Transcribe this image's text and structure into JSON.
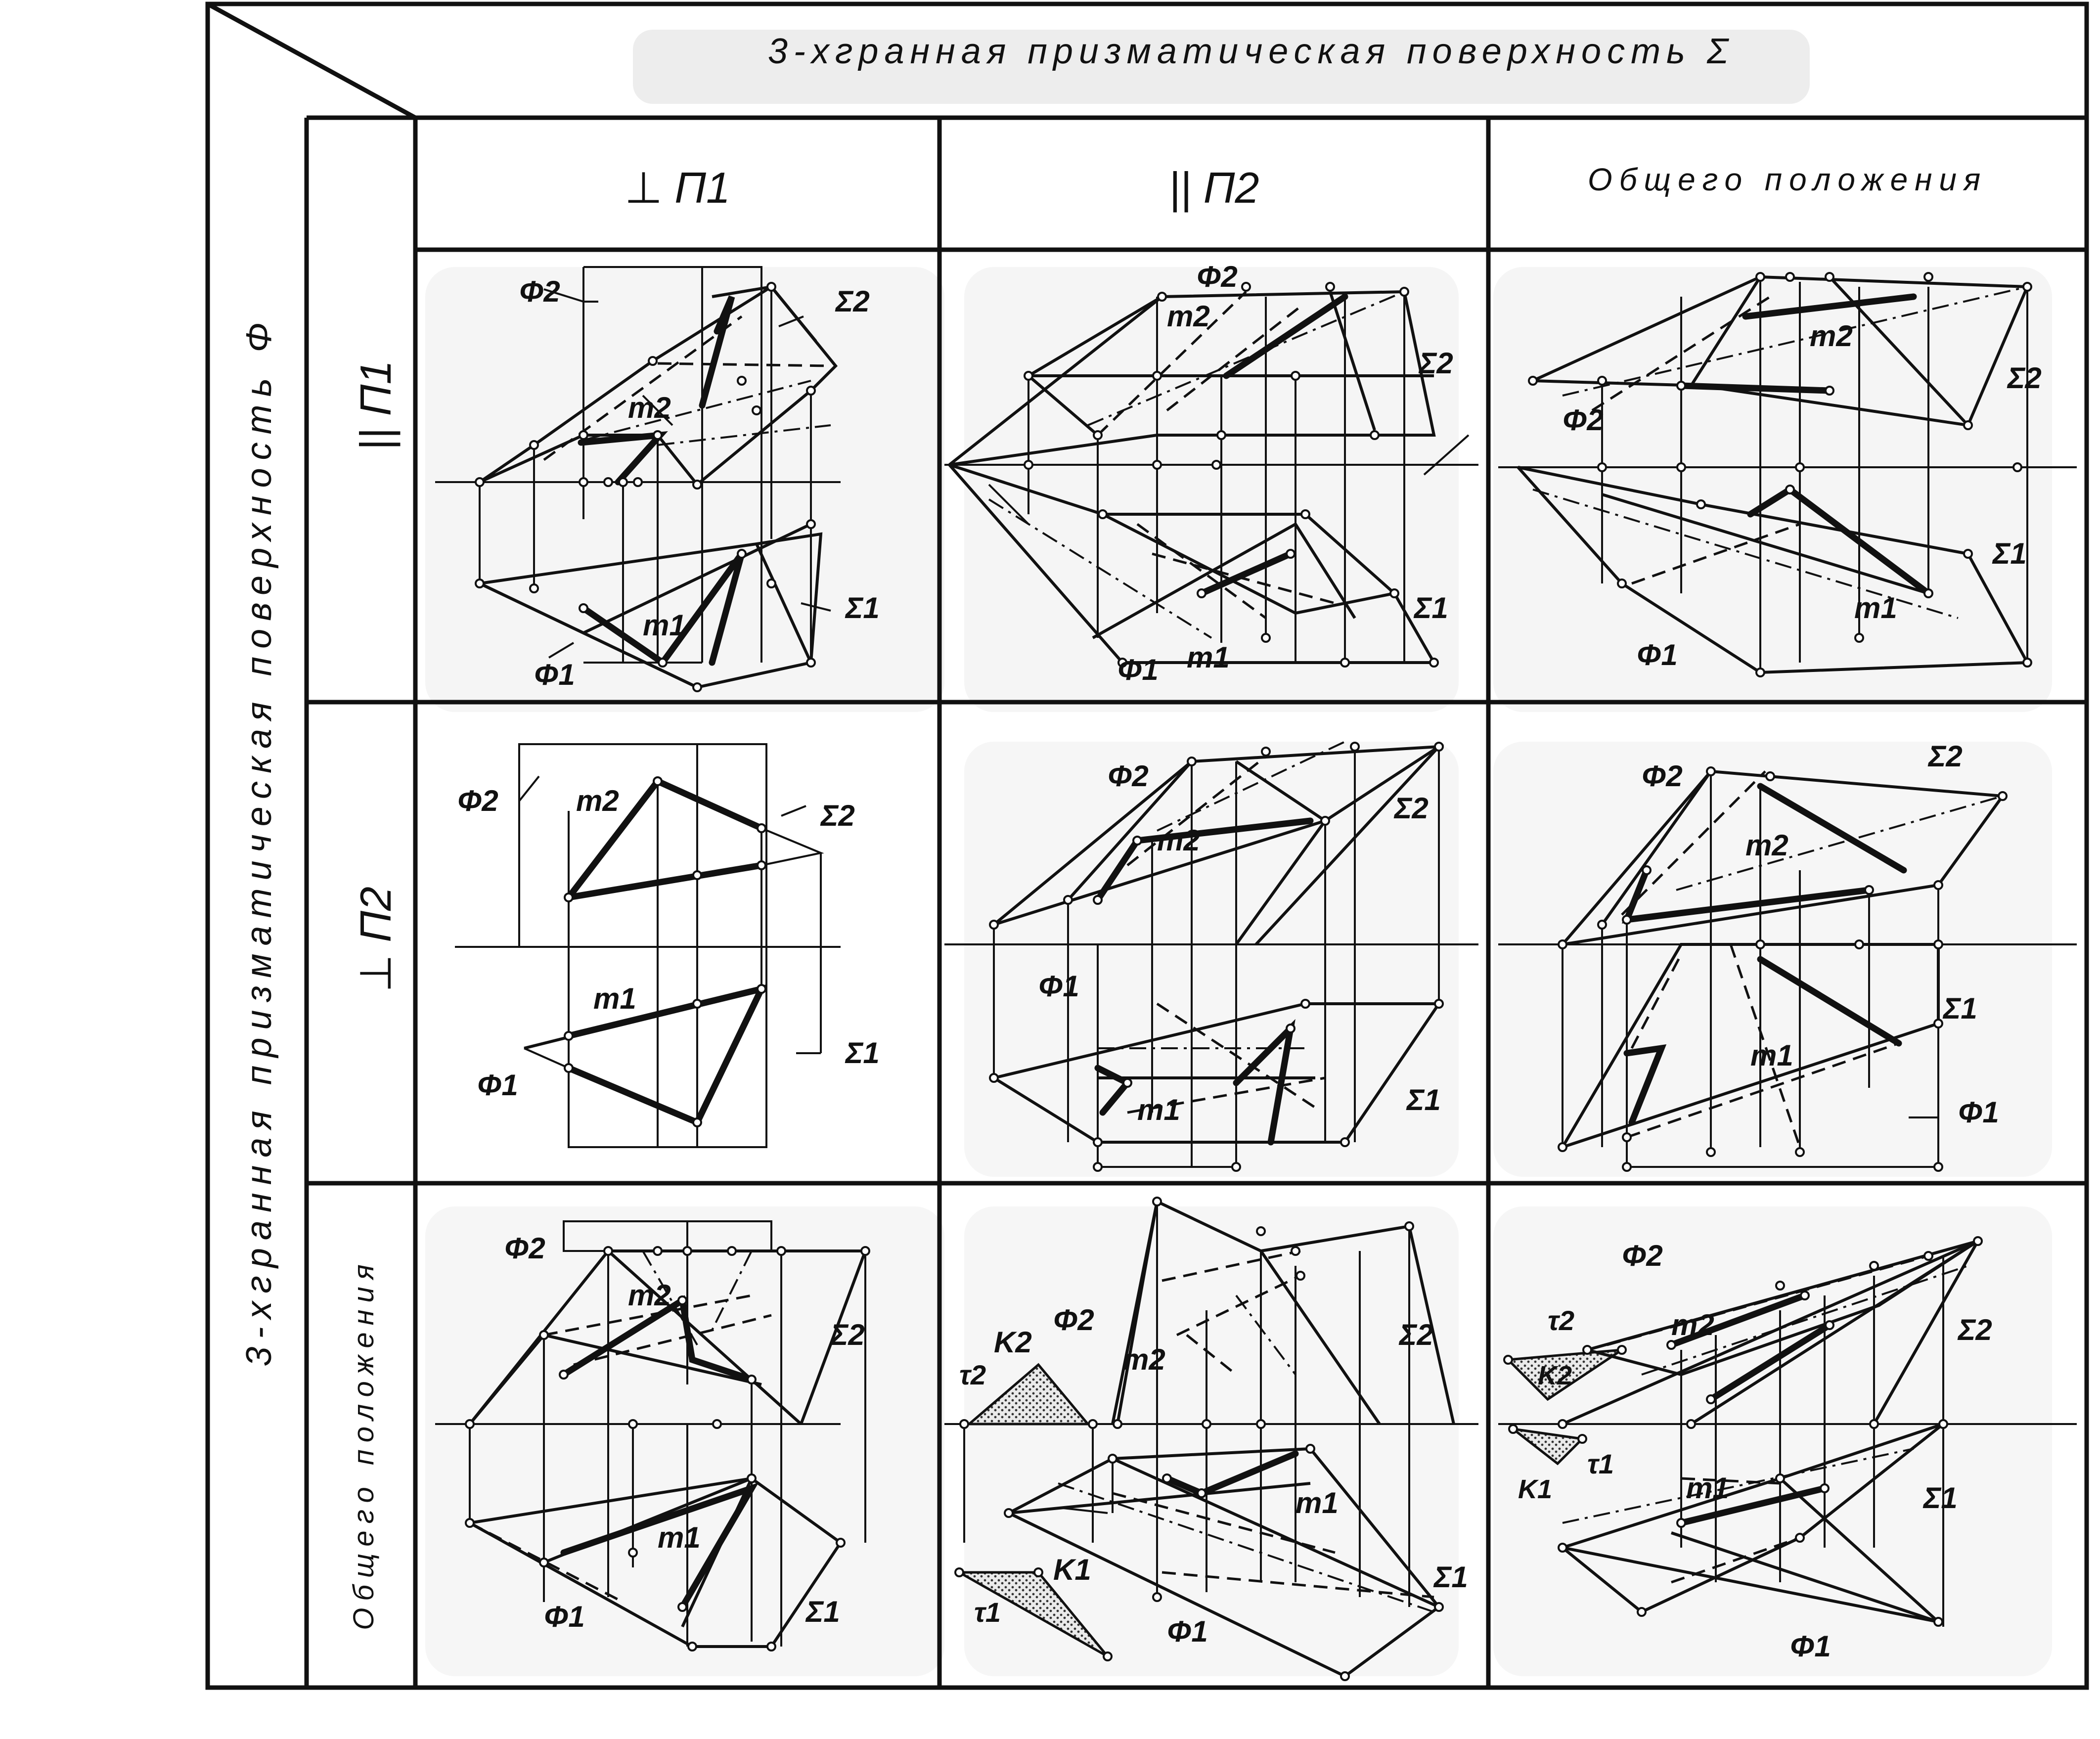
{
  "title": "3-хгранная призматическая поверхность Σ",
  "row_header_title": "3-хгранная призматическая поверхность Φ",
  "columns": [
    "⊥ Π1",
    "|| Π2",
    "Общего положения"
  ],
  "rows": [
    "|| Π1",
    "⊥ Π2",
    "Общего положения"
  ],
  "cells": [
    {
      "row": 0,
      "col": 0,
      "labels": [
        "Φ2",
        "Σ2",
        "m2",
        "m1",
        "Σ1",
        "Φ1"
      ]
    },
    {
      "row": 0,
      "col": 1,
      "labels": [
        "Φ2",
        "m2",
        "Σ2",
        "Σ1",
        "m1",
        "Φ1"
      ]
    },
    {
      "row": 0,
      "col": 2,
      "labels": [
        "m2",
        "Σ2",
        "Φ2",
        "Σ1",
        "m1",
        "Φ1"
      ]
    },
    {
      "row": 1,
      "col": 0,
      "labels": [
        "Φ2",
        "m2",
        "Σ2",
        "m1",
        "Σ1",
        "Φ1"
      ]
    },
    {
      "row": 1,
      "col": 1,
      "labels": [
        "Φ2",
        "m2",
        "Σ2",
        "Φ1",
        "m1",
        "Σ1"
      ]
    },
    {
      "row": 1,
      "col": 2,
      "labels": [
        "Φ2",
        "Σ2",
        "m2",
        "Σ1",
        "m1",
        "Φ1"
      ]
    },
    {
      "row": 2,
      "col": 0,
      "labels": [
        "Φ2",
        "m2",
        "Σ2",
        "m1",
        "Φ1",
        "Σ1"
      ]
    },
    {
      "row": 2,
      "col": 1,
      "labels": [
        "K2",
        "τ2",
        "Φ2",
        "m2",
        "Σ2",
        "m1",
        "K1",
        "τ1",
        "Σ1",
        "Φ1"
      ]
    },
    {
      "row": 2,
      "col": 2,
      "labels": [
        "Φ2",
        "τ2",
        "K2",
        "m2",
        "Σ2",
        "τ1",
        "K1",
        "m1",
        "Σ1",
        "Φ1"
      ]
    }
  ]
}
